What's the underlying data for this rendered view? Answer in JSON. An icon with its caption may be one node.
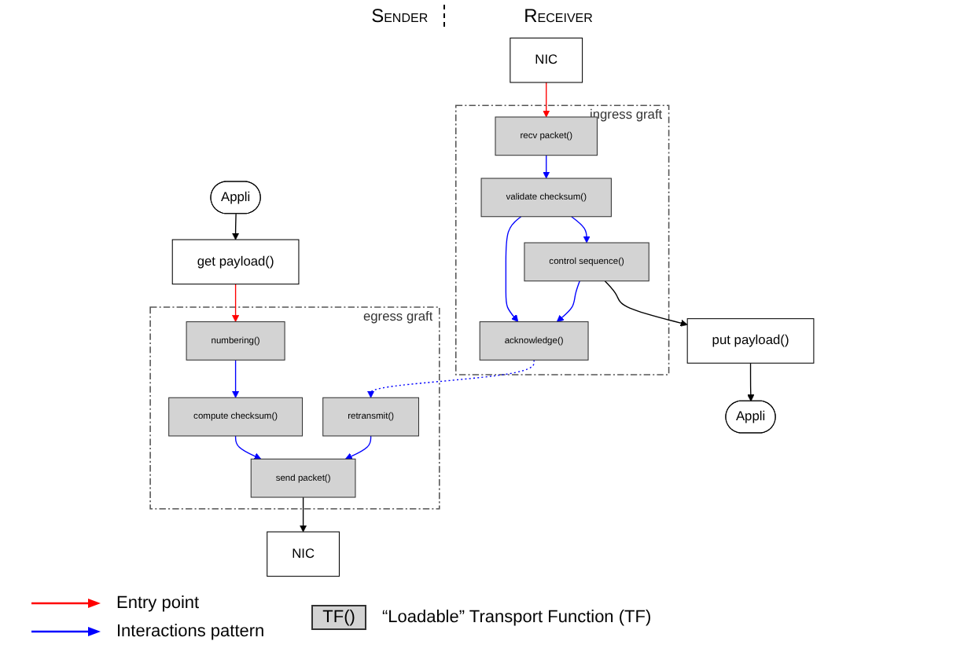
{
  "diagram": {
    "nodes": [
      {
        "text": [
          "Appli"
        ]
      },
      {
        "text": [
          "Appli"
        ]
      },
      {
        "text": [
          "get payload()"
        ]
      },
      {
        "text": [
          "put payload()"
        ]
      },
      {
        "text": [
          "egress graft"
        ]
      },
      {
        "text": [
          "numbering()"
        ],
        "in": 4
      },
      {
        "text": [
          "compute checksum()"
        ],
        "in": 4
      },
      {
        "text": [
          "retransmit()"
        ],
        "in": 4
      },
      {
        "text": [
          "send packet()"
        ],
        "in": 4
      },
      {
        "text": [
          "ingress graft"
        ]
      },
      {
        "text": [
          "control sequence()"
        ],
        "in": 9
      },
      {
        "text": [
          "acknowledge()"
        ],
        "in": 9
      },
      {
        "text": [
          "validate checksum()"
        ],
        "in": 9
      },
      {
        "text": [
          "recv packet()"
        ],
        "in": 9
      },
      {
        "text": [
          "NIC"
        ]
      },
      {
        "text": [
          "NIC"
        ]
      }
    ],
    "edges": [
      {
        "from": 0,
        "to": 2,
        "arrow": "to",
        "color": "#000000"
      },
      {
        "from": 2,
        "to": 5,
        "arrow": "to",
        "color": "#ff0000"
      },
      {
        "from": 5,
        "to": 6,
        "arrow": "to"
      },
      {
        "from": 6,
        "to": 8,
        "arrow": "to"
      },
      {
        "from": 7,
        "to": 8,
        "arrow": "to"
      },
      {
        "from": 8,
        "to": 14,
        "arrow": "to",
        "color": "#000000"
      },
      {
        "from": 15,
        "to": 13,
        "arrow": "to",
        "color": "#ff0000"
      },
      {
        "from": 13,
        "to": 12,
        "arrow": "to"
      },
      {
        "from": 12,
        "to": 11,
        "arrow": "to"
      },
      {
        "from": 12,
        "to": 10,
        "arrow": "to"
      },
      {
        "from": 10,
        "to": 11,
        "arrow": "to"
      },
      {
        "from": 11,
        "to": 7,
        "arrow": "to",
        "style": "dashed"
      },
      {
        "from": 10,
        "to": 3,
        "arrow": "to",
        "color": "#000000"
      },
      {
        "from": 3,
        "to": 1,
        "arrow": "to",
        "color": "#000000"
      }
    ],
    "labels": [
      "Sender",
      "Receiver",
      "TF()"
    ],
    "legend": [
      {
        "text": "Entry point"
      },
      {
        "text": "Interactions pattern"
      },
      {
        "text": "“Loadable” Transport Function (TF)"
      }
    ]
  }
}
